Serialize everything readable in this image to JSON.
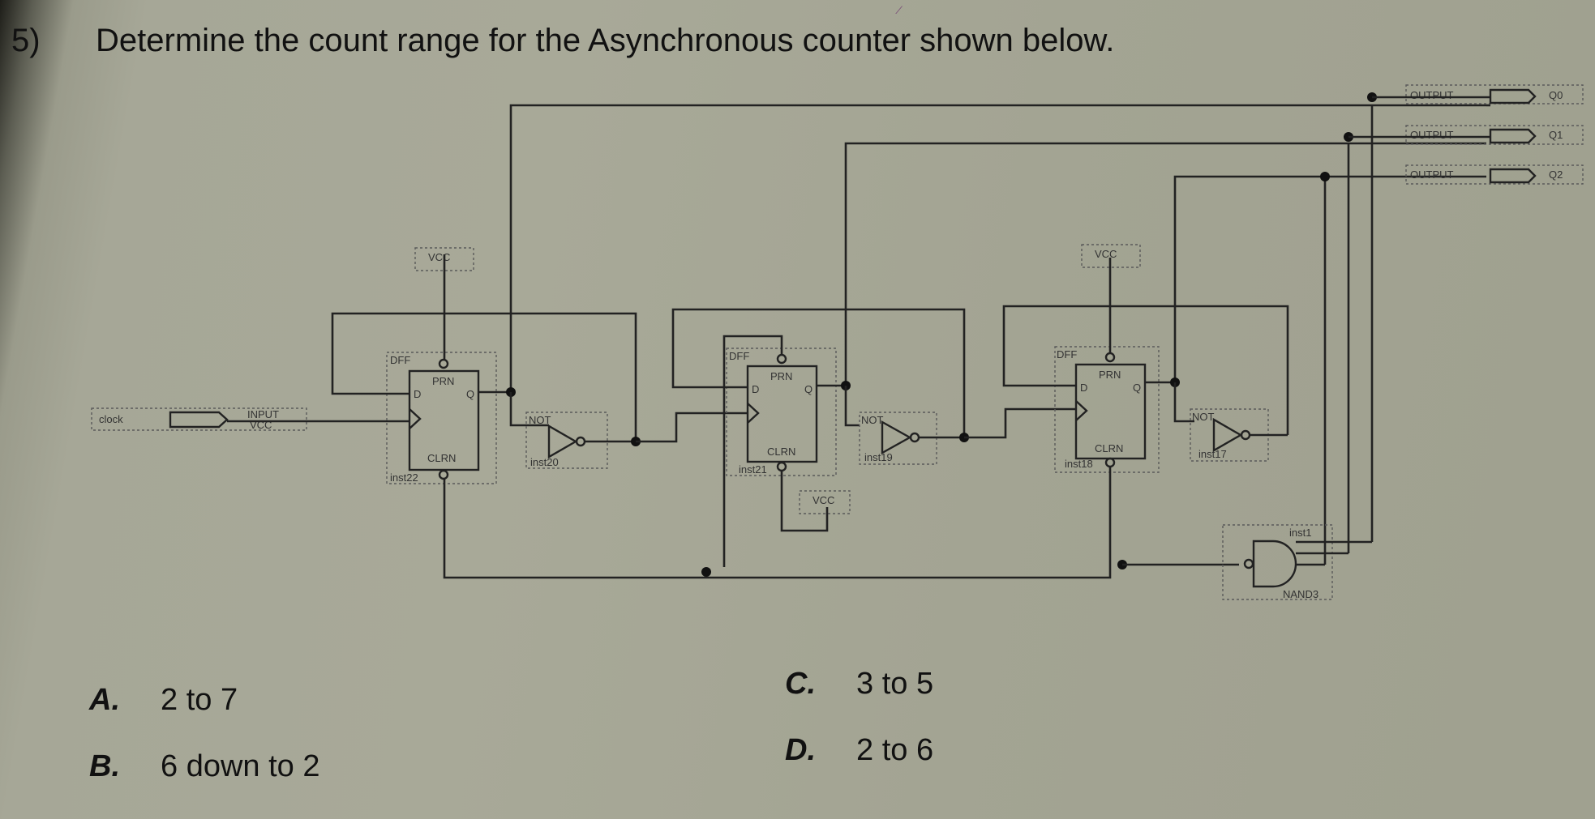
{
  "question": {
    "number": "5)",
    "text": "Determine the count range for the Asynchronous counter shown below."
  },
  "margin_mark": "⁄",
  "circuit": {
    "input_clock": "clock",
    "input_tag": "INPUT",
    "input_vcc": "VCC",
    "vcc_label": "VCC",
    "dff_label": "DFF",
    "prn_label": "PRN",
    "clrn_label": "CLRN",
    "d_label": "D",
    "q_label": "Q",
    "not_label": "NOT",
    "nand_label": "NAND3",
    "nand_inst": "inst1",
    "flipflops": [
      "inst22",
      "inst21",
      "inst18"
    ],
    "inverters": [
      "inst20",
      "inst19",
      "inst17"
    ],
    "outputs": [
      {
        "tag": "OUTPUT",
        "name": "Q0"
      },
      {
        "tag": "OUTPUT",
        "name": "Q1"
      },
      {
        "tag": "OUTPUT",
        "name": "Q2"
      }
    ]
  },
  "options": [
    {
      "letter": "A.",
      "text": "2 to 7"
    },
    {
      "letter": "B.",
      "text": "6 down to 2"
    },
    {
      "letter": "C.",
      "text": "3 to 5"
    },
    {
      "letter": "D.",
      "text": "2 to 6"
    }
  ],
  "colors": {
    "paper": "#a7a897",
    "ink": "#222222",
    "dotted": "#5a5a5a"
  }
}
